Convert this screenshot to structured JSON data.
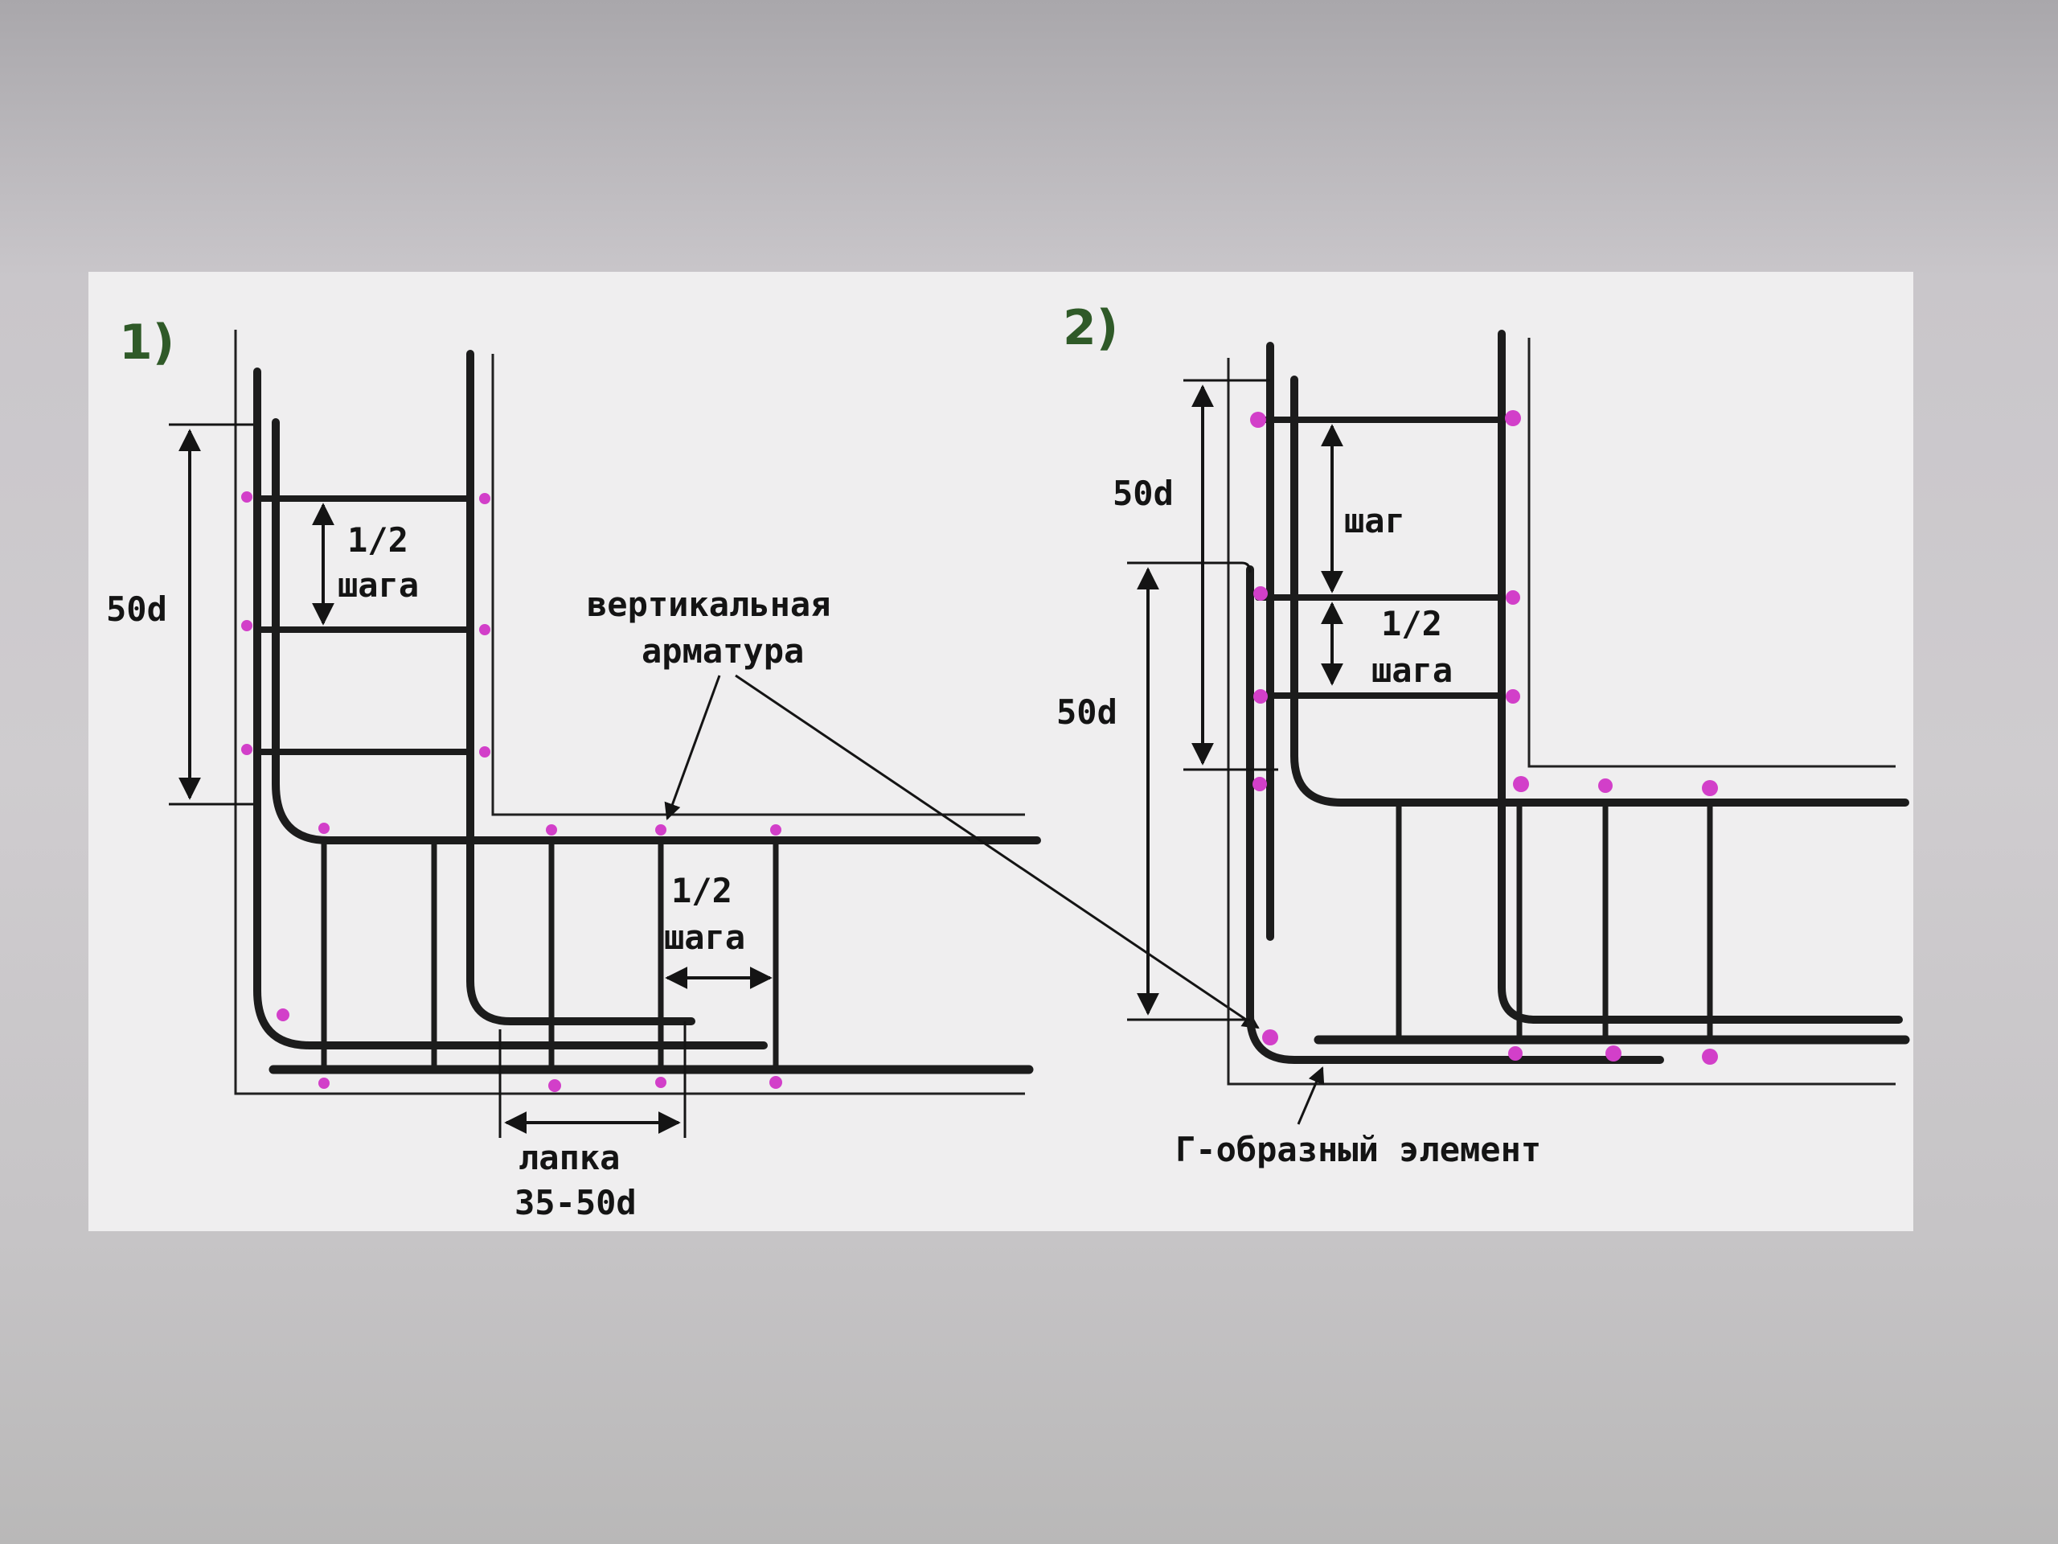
{
  "colors": {
    "panel": "#efeeef",
    "bar": "#1c1c1c",
    "weld_point": "#d23fc9",
    "outline": "#202020",
    "figure_number": "#2f5a28"
  },
  "figure_1": {
    "number": "1)",
    "dim_50d": "50d",
    "half_step_line1": "1/2",
    "half_step_line2": "шага",
    "vertical_rebar_line1": "вертикальная",
    "vertical_rebar_line2": "арматура",
    "half_step_bottom_line1": "1/2",
    "half_step_bottom_line2": "шага",
    "foot_line1": "лапка",
    "foot_line2": "35-50d"
  },
  "figure_2": {
    "number": "2)",
    "dim_50d_top": "50d",
    "dim_50d_lower": "50d",
    "step": "шаг",
    "half_step_line1": "1/2",
    "half_step_line2": "шага",
    "l_element": "Г-образный элемент"
  }
}
